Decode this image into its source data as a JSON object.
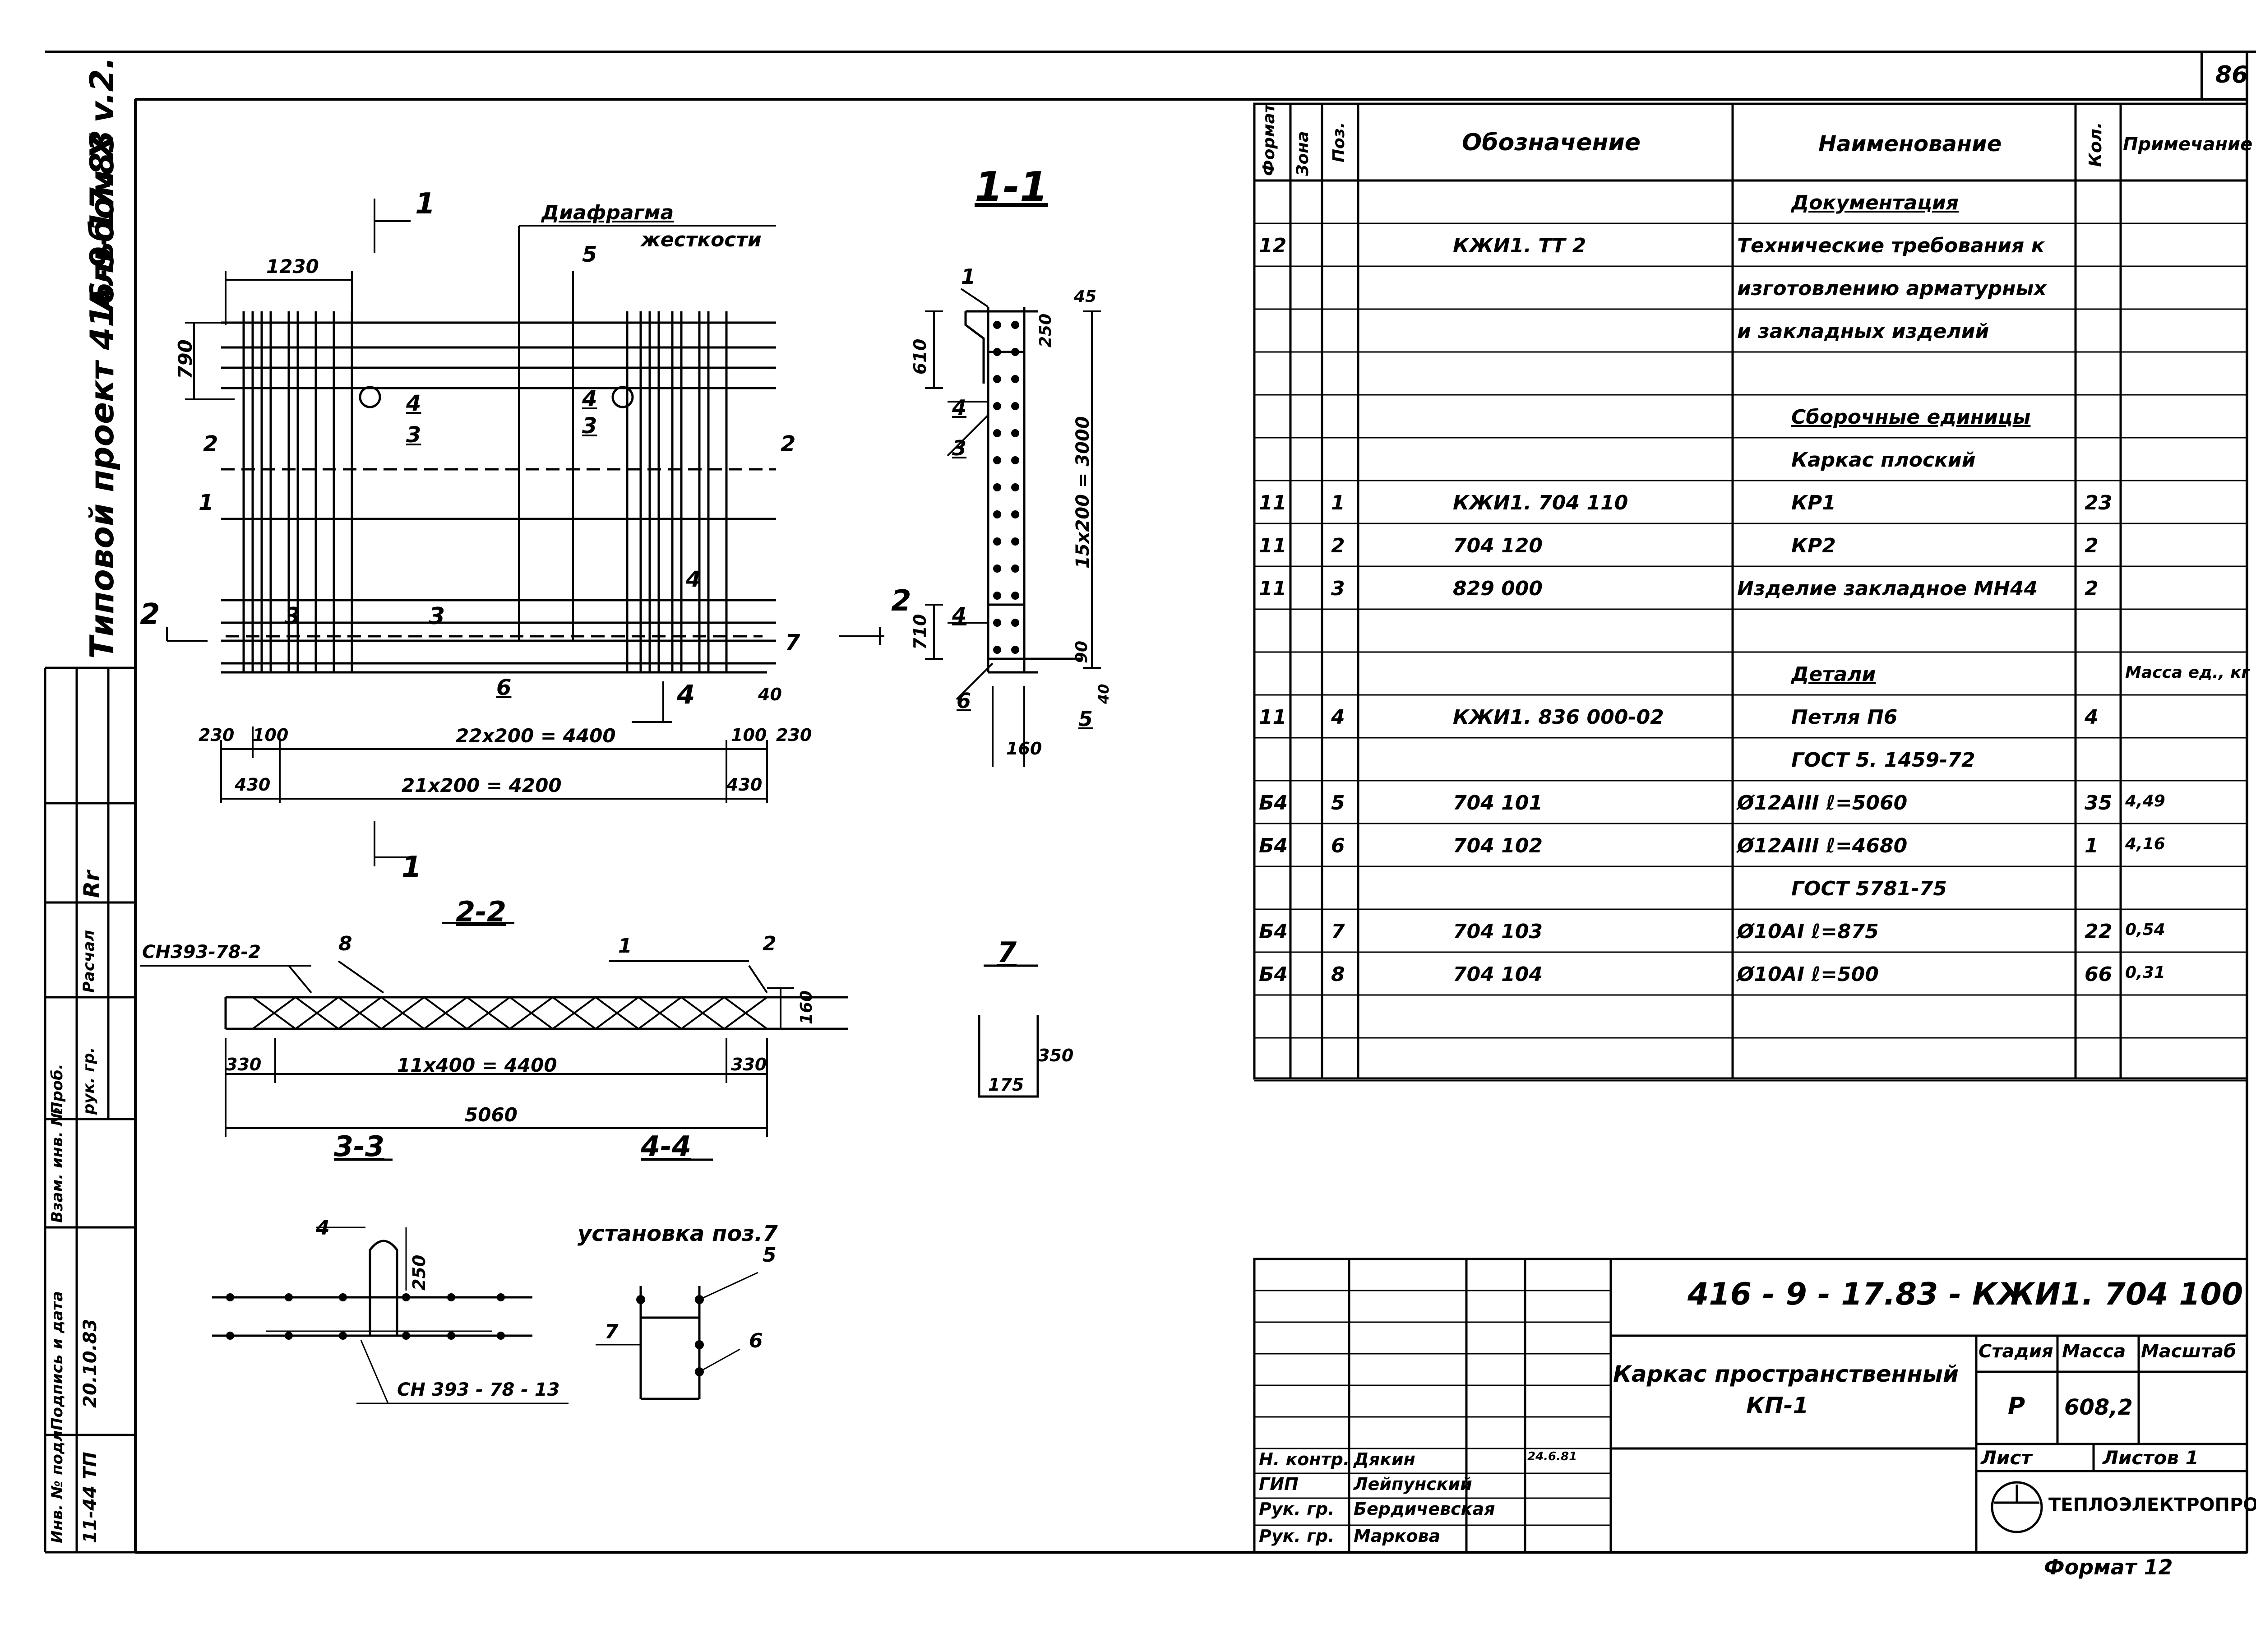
{
  "sheet": {
    "sheet_number": "86",
    "album": "Альбом X v.2.",
    "project": "Типовой проект 416-9-17.83",
    "doc_code": "416 - 9 - 17.83 - КЖИ1. 704 100",
    "title_line1": "Каркас пространственный",
    "title_line2": "КП-1",
    "stage_label": "Стадия",
    "mass_label": "Масса",
    "scale_label": "Масштаб",
    "stage": "Р",
    "mass": "608,2",
    "sheet_label": "Лист",
    "sheets_label": "Листов 1",
    "org": "ТЕПЛОЭЛЕКТРОПРОЕКТ",
    "format": "Формат 12"
  },
  "signatures": [
    {
      "role": "Н. контр.",
      "name": "Дякин",
      "date": "24.6.81"
    },
    {
      "role": "ГИП",
      "name": "Лейпунский",
      "date": ""
    },
    {
      "role": "Рук. гр.",
      "name": "Бердичевская",
      "date": ""
    },
    {
      "role": "Рук. гр.",
      "name": "Маркова",
      "date": ""
    }
  ],
  "left_strip": {
    "inv_podl": "Инв. № подл.",
    "inv_podl_value": "11-44 ТП",
    "podpis": "Подпись и дата",
    "podpis_value": "20.10.83",
    "vzam": "Взам. инв. №",
    "prob": "Проб.",
    "ruk_gr": "рук. гр.",
    "raschal": "Расчал",
    "sig": "Rr"
  },
  "spec": {
    "headers": {
      "format": "Формат",
      "zone": "Зона",
      "pos": "Поз.",
      "designation": "Обозначение",
      "name": "Наименование",
      "qty": "Кол.",
      "note": "Примечание"
    },
    "rows": [
      {
        "format": "",
        "pos": "",
        "designation": "",
        "name": "Документация",
        "qty": "",
        "note": "",
        "section": true
      },
      {
        "format": "12",
        "pos": "",
        "designation": "КЖИ1. ТТ 2",
        "name": "Технические требования к",
        "qty": "",
        "note": ""
      },
      {
        "format": "",
        "pos": "",
        "designation": "",
        "name": "изготовлению арматурных",
        "qty": "",
        "note": ""
      },
      {
        "format": "",
        "pos": "",
        "designation": "",
        "name": "и закладных изделий",
        "qty": "",
        "note": ""
      },
      {
        "format": "",
        "pos": "",
        "designation": "",
        "name": "",
        "qty": "",
        "note": ""
      },
      {
        "format": "",
        "pos": "",
        "designation": "",
        "name": "Сборочные  единицы",
        "qty": "",
        "note": "",
        "section": true
      },
      {
        "format": "",
        "pos": "",
        "designation": "",
        "name": "Каркас  плоский",
        "qty": "",
        "note": ""
      },
      {
        "format": "11",
        "pos": "1",
        "designation": "КЖИ1. 704 110",
        "name": "КР1",
        "qty": "23",
        "note": ""
      },
      {
        "format": "11",
        "pos": "2",
        "designation": "704 120",
        "name": "КР2",
        "qty": "2",
        "note": ""
      },
      {
        "format": "11",
        "pos": "3",
        "designation": "829 000",
        "name": "Изделие закладное МН44",
        "qty": "2",
        "note": ""
      },
      {
        "format": "",
        "pos": "",
        "designation": "",
        "name": "",
        "qty": "",
        "note": ""
      },
      {
        "format": "",
        "pos": "",
        "designation": "",
        "name": "Детали",
        "qty": "",
        "note": "Масса ед., кг",
        "section": true
      },
      {
        "format": "11",
        "pos": "4",
        "designation": "КЖИ1. 836 000-02",
        "name": "Петля  П6",
        "qty": "4",
        "note": ""
      },
      {
        "format": "",
        "pos": "",
        "designation": "",
        "name": "ГОСТ 5. 1459-72",
        "qty": "",
        "note": ""
      },
      {
        "format": "Б4",
        "pos": "5",
        "designation": "704 101",
        "name": "Ø12АIII      ℓ=5060",
        "qty": "35",
        "note": "4,49"
      },
      {
        "format": "Б4",
        "pos": "6",
        "designation": "704 102",
        "name": "Ø12АIII      ℓ=4680",
        "qty": "1",
        "note": "4,16"
      },
      {
        "format": "",
        "pos": "",
        "designation": "",
        "name": "ГОСТ 5781-75",
        "qty": "",
        "note": ""
      },
      {
        "format": "Б4",
        "pos": "7",
        "designation": "704 103",
        "name": "Ø10АI       ℓ=875",
        "qty": "22",
        "note": "0,54"
      },
      {
        "format": "Б4",
        "pos": "8",
        "designation": "704 104",
        "name": "Ø10АI       ℓ=500",
        "qty": "66",
        "note": "0,31"
      },
      {
        "format": "",
        "pos": "",
        "designation": "",
        "name": "",
        "qty": "",
        "note": ""
      },
      {
        "format": "",
        "pos": "",
        "designation": "",
        "name": "",
        "qty": "",
        "note": ""
      }
    ]
  },
  "plan": {
    "cut_label": "1",
    "diaphragm1": "Диафрагма",
    "diaphragm2": "жесткости",
    "dim_top": "1230",
    "dim_left": "790",
    "dim_22x200": "22x200 = 4400",
    "dim_21x200": "21x200 = 4200",
    "dim_230a": "230",
    "dim_100a": "100",
    "dim_430a": "430",
    "dim_100b": "100",
    "dim_230b": "230",
    "dim_430b": "430",
    "dim_40": "40",
    "pos1": "1",
    "pos2a": "2",
    "pos2b": "2",
    "pos3a": "3",
    "pos3b": "3",
    "pos4a": "4",
    "pos4b": "4",
    "pos4c": "4",
    "pos5": "5",
    "pos6": "6",
    "pos7": "7",
    "sec2": "2",
    "sec3a": "3",
    "sec3b": "3",
    "sec4": "4"
  },
  "section11": {
    "title": "1-1",
    "d45": "45",
    "d250": "250",
    "d610": "610",
    "d15x200": "15x200 = 3000",
    "d710": "710",
    "d90": "90",
    "d40": "40",
    "d160": "160",
    "p1": "1",
    "p4a": "4",
    "p3": "3",
    "p4b": "4",
    "p6": "6",
    "p5": "5",
    "sec2": "2"
  },
  "section22": {
    "title": "2-2",
    "label": "СН393-78-2",
    "p8": "8",
    "p1": "1",
    "p2": "2",
    "d160": "160",
    "d330a": "330",
    "d11x400": "11x400 = 4400",
    "d330b": "330",
    "d5060": "5060"
  },
  "detail7": {
    "title": "7",
    "d350": "350",
    "d175": "175"
  },
  "section33": {
    "title": "3-3",
    "p4": "4",
    "d250": "250",
    "label": "СН 393 - 78 - 13"
  },
  "section44": {
    "title": "4-4",
    "caption": "установка поз.7",
    "p5": "5",
    "p7": "7",
    "p6": "6"
  }
}
